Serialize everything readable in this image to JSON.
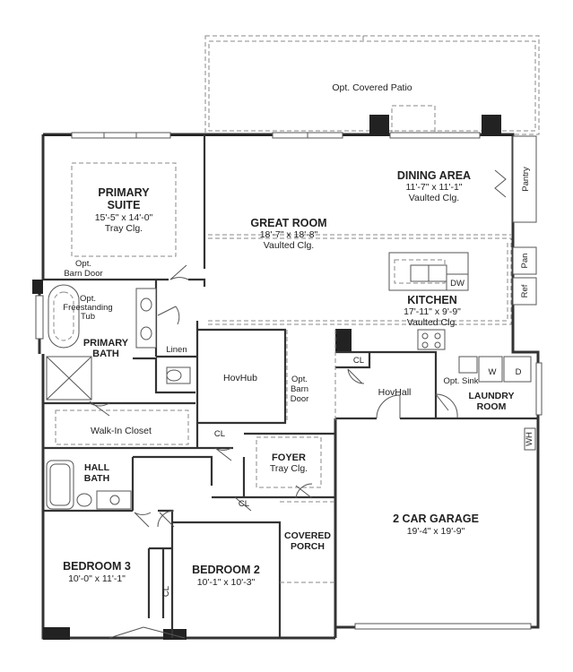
{
  "rooms": {
    "patio": "Opt. Covered Patio",
    "primary_suite": {
      "name1": "PRIMARY",
      "name2": "SUITE",
      "dims": "15'-5\" x 14'-0\"",
      "ceiling": "Tray Clg."
    },
    "barn_door_primary": {
      "line1": "Opt.",
      "line2": "Barn Door"
    },
    "tub": {
      "line1": "Opt.",
      "line2": "Freestanding",
      "line3": "Tub"
    },
    "primary_bath": {
      "line1": "PRIMARY",
      "line2": "BATH"
    },
    "linen": "Linen",
    "walk_in_closet": "Walk-In Closet",
    "great_room": {
      "name": "GREAT ROOM",
      "dims": "18'-7\" x 18'-8\"",
      "ceiling": "Vaulted Clg."
    },
    "dining": {
      "name": "DINING AREA",
      "dims": "11'-7\" x 11'-1\"",
      "ceiling": "Vaulted Clg."
    },
    "pantry": "Pantry",
    "pan": "Pan",
    "ref": "Ref",
    "dw": "DW",
    "kitchen": {
      "name": "KITCHEN",
      "dims": "17'-11\" x 9'-9\"",
      "ceiling": "Vaulted Clg."
    },
    "hovhub": "HovHub",
    "barn_door_hub": {
      "line1": "Opt.",
      "line2": "Barn",
      "line3": "Door"
    },
    "cl_hall_top": "CL",
    "hovhall": "HovHall",
    "opt_sink": "Opt. Sink",
    "washer": "W",
    "dryer": "D",
    "laundry": {
      "line1": "LAUNDRY",
      "line2": "ROOM"
    },
    "wh": "WH",
    "cl_hub": "CL",
    "foyer": {
      "name": "FOYER",
      "ceiling": "Tray Clg."
    },
    "hall_bath": {
      "line1": "HALL",
      "line2": "BATH"
    },
    "cl_bed2": "CL",
    "covered_porch": {
      "line1": "COVERED",
      "line2": "PORCH"
    },
    "garage": {
      "name": "2 CAR GARAGE",
      "dims": "19'-4\" x 19'-9\""
    },
    "bedroom3": {
      "name": "BEDROOM 3",
      "dims": "10'-0\" x 11'-1\""
    },
    "cl_bed3": "CL",
    "bedroom2": {
      "name": "BEDROOM 2",
      "dims": "10'-1\" x 10'-3\""
    }
  }
}
